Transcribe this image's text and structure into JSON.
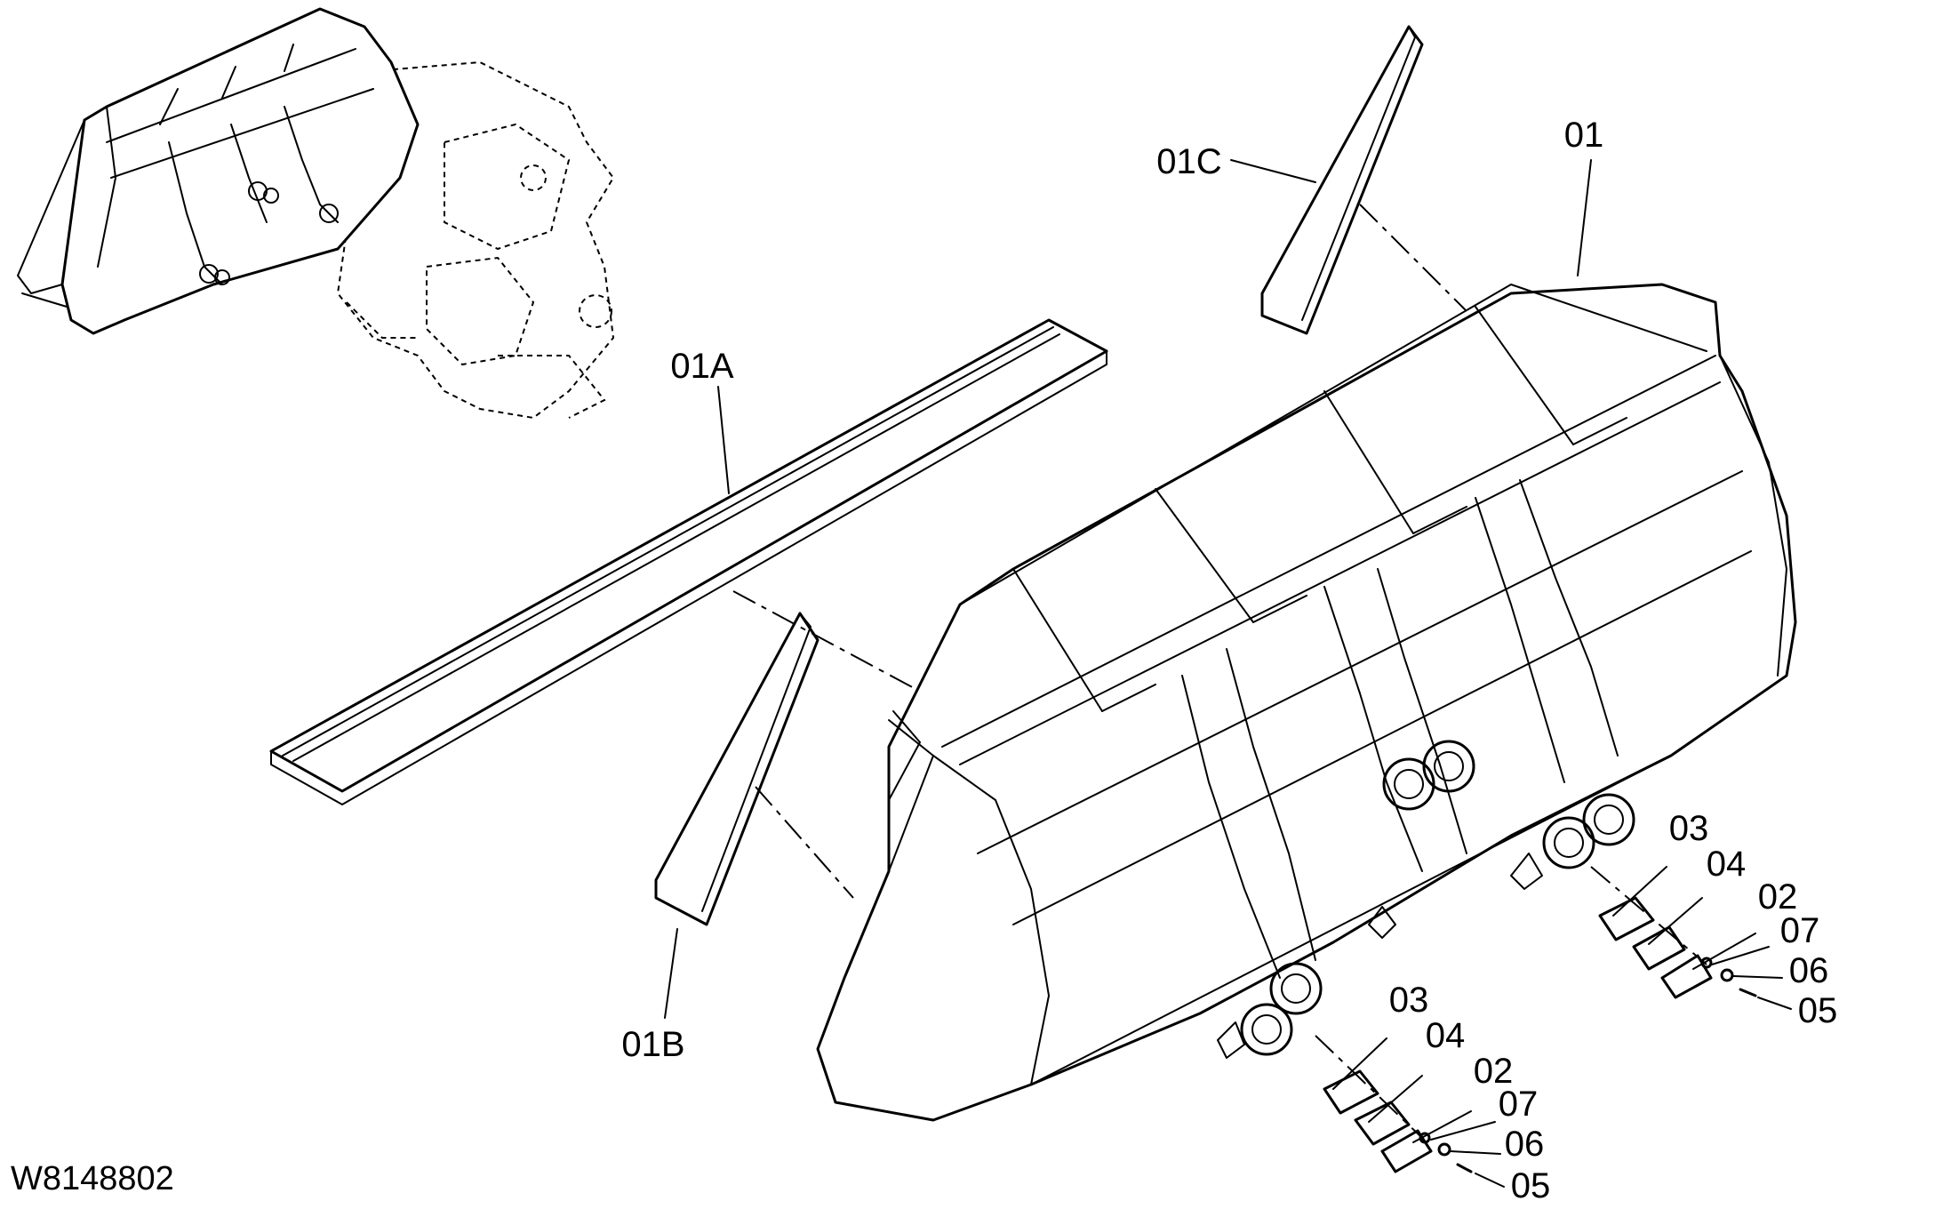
{
  "figure_id": "W8148802",
  "callouts": {
    "c01": "01",
    "c01A": "01A",
    "c01B": "01B",
    "c01C": "01C",
    "left_group": [
      "03",
      "04",
      "02",
      "07",
      "06",
      "05"
    ],
    "right_group": [
      "03",
      "04",
      "02",
      "07",
      "06",
      "05"
    ]
  },
  "colors": {
    "line": "#000000",
    "background": "#ffffff"
  }
}
